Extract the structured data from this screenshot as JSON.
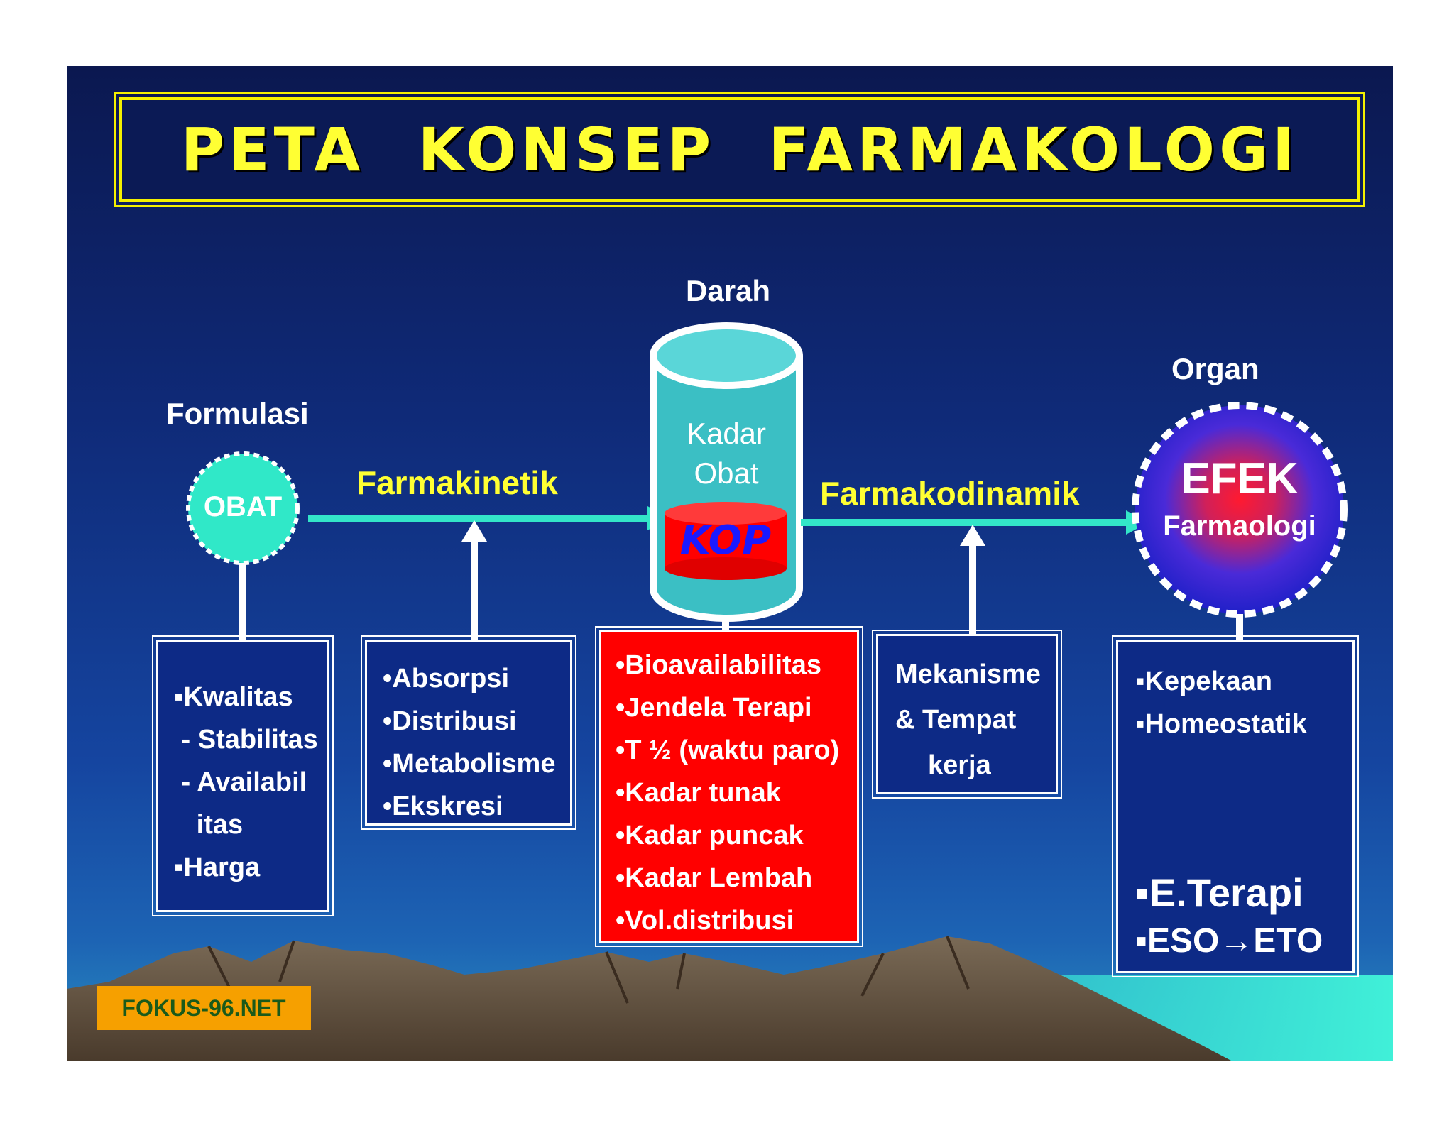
{
  "title": "PETA   KONSEP   FARMAKOLOGI",
  "nodes": {
    "formulasi_label": "Formulasi",
    "obat_label": "OBAT",
    "darah_label": "Darah",
    "kadar_obat_line1": "Kadar",
    "kadar_obat_line2": "Obat",
    "kop_label": "KOP",
    "organ_label": "Organ",
    "efek_label": "EFEK",
    "farmaologi_label": "Farmaologi"
  },
  "flows": {
    "farmakinetik": "Farmakinetik",
    "farmakodinamik": "Farmakodinamik"
  },
  "boxes": {
    "formulasi": [
      "▪Kwalitas",
      " - Stabilitas",
      " - Availabil",
      "   itas",
      "▪Harga"
    ],
    "farmakinetik": [
      "•Absorpsi",
      "•Distribusi",
      "•Metabolisme",
      "•Ekskresi"
    ],
    "darah": [
      "•Bioavailabilitas",
      "•Jendela Terapi",
      "•T ½ (waktu paro)",
      "•Kadar tunak",
      "•Kadar puncak",
      "•Kadar Lembah",
      "•Vol.distribusi"
    ],
    "farmakodinamik": [
      "Mekanisme",
      "& Tempat",
      "kerja"
    ],
    "organ_top": [
      "▪Kepekaan",
      "▪Homeostatik"
    ],
    "organ_bottom": [
      "▪E.Terapi",
      "▪ESO→ETO"
    ]
  },
  "watermark": "FOKUS-96.NET",
  "colors": {
    "title_yellow": "#ffff33",
    "flow_arrow": "#33e6c8",
    "kop_red": "#ff0000",
    "kop_text_blue": "#1a1aff",
    "cylinder_teal": "#3bbfc4",
    "watermark_orange": "#f6a000"
  }
}
